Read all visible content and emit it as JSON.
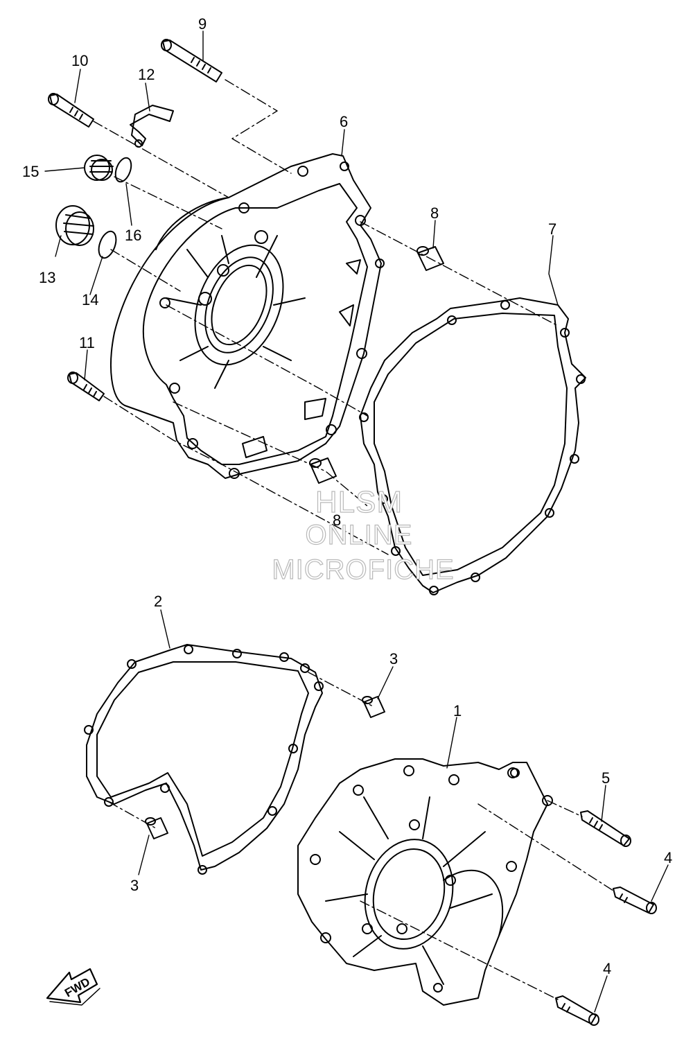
{
  "watermark": {
    "line1": "HLSM",
    "line2": "ONLINE",
    "line3": "MICROFICHE"
  },
  "direction_badge": {
    "text": "FWD"
  },
  "callouts": {
    "c1": "1",
    "c2": "2",
    "c3a": "3",
    "c3b": "3",
    "c4a": "4",
    "c4b": "4",
    "c5": "5",
    "c6": "6",
    "c7": "7",
    "c8a": "8",
    "c8b": "8",
    "c9": "9",
    "c10": "10",
    "c11": "11",
    "c12": "12",
    "c13": "13",
    "c14": "14",
    "c15": "15",
    "c16": "16"
  },
  "colors": {
    "line": "#000000",
    "watermark_outline": "#b8b8b8",
    "background": "#ffffff"
  }
}
